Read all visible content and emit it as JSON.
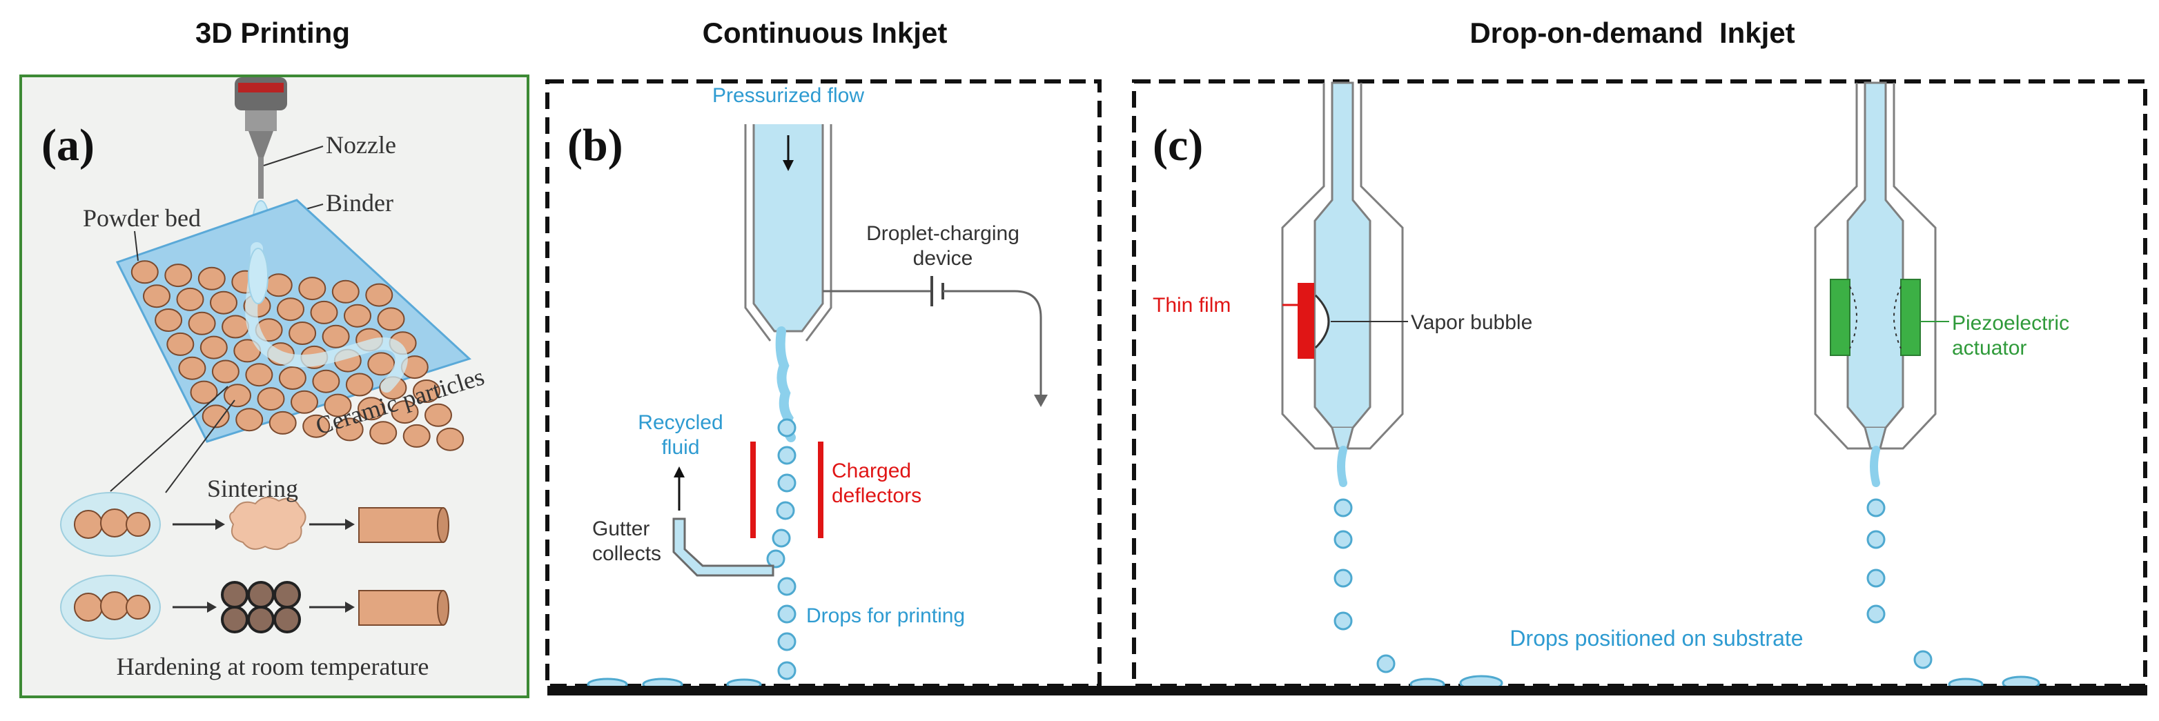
{
  "colors": {
    "panel_a_border": "#3d8a35",
    "dashed_border": "#111111",
    "fluid": "#a9dcf0",
    "fluid_stroke": "#4ea9d0",
    "label_blue": "#2e9bd1",
    "label_red": "#e01515",
    "label_green": "#2f9a3a",
    "particle": "#e2a680",
    "particle_stroke": "#7b4a2e",
    "powder_bed": "#7cc0e6",
    "panel_a_bg": "#f1f2f0"
  },
  "headings": {
    "a": "3D Printing",
    "b": "Continuous Inkjet",
    "c": "Drop-on-demand  Inkjet"
  },
  "panel_a": {
    "letter": "(a)",
    "nozzle": "Nozzle",
    "binder": "Binder",
    "powder_bed": "Powder bed",
    "ceramic_particles": "Ceramic particles",
    "sintering": "Sintering",
    "hardening": "Hardening at room temperature"
  },
  "panel_b": {
    "letter": "(b)",
    "pressurized_flow": "Pressurized flow",
    "droplet_charging_line1": "Droplet-charging",
    "droplet_charging_line2": "device",
    "recycled_line1": "Recycled",
    "recycled_line2": "fluid",
    "gutter_line1": "Gutter",
    "gutter_line2": "collects",
    "charged_line1": "Charged",
    "charged_line2": "deflectors",
    "drops_for_printing": "Drops for printing"
  },
  "panel_c": {
    "letter": "(c)",
    "thin_film": "Thin film",
    "vapor_bubble": "Vapor bubble",
    "piezo_line1": "Piezoelectric",
    "piezo_line2": "actuator",
    "drops_positioned": "Drops positioned on substrate"
  }
}
